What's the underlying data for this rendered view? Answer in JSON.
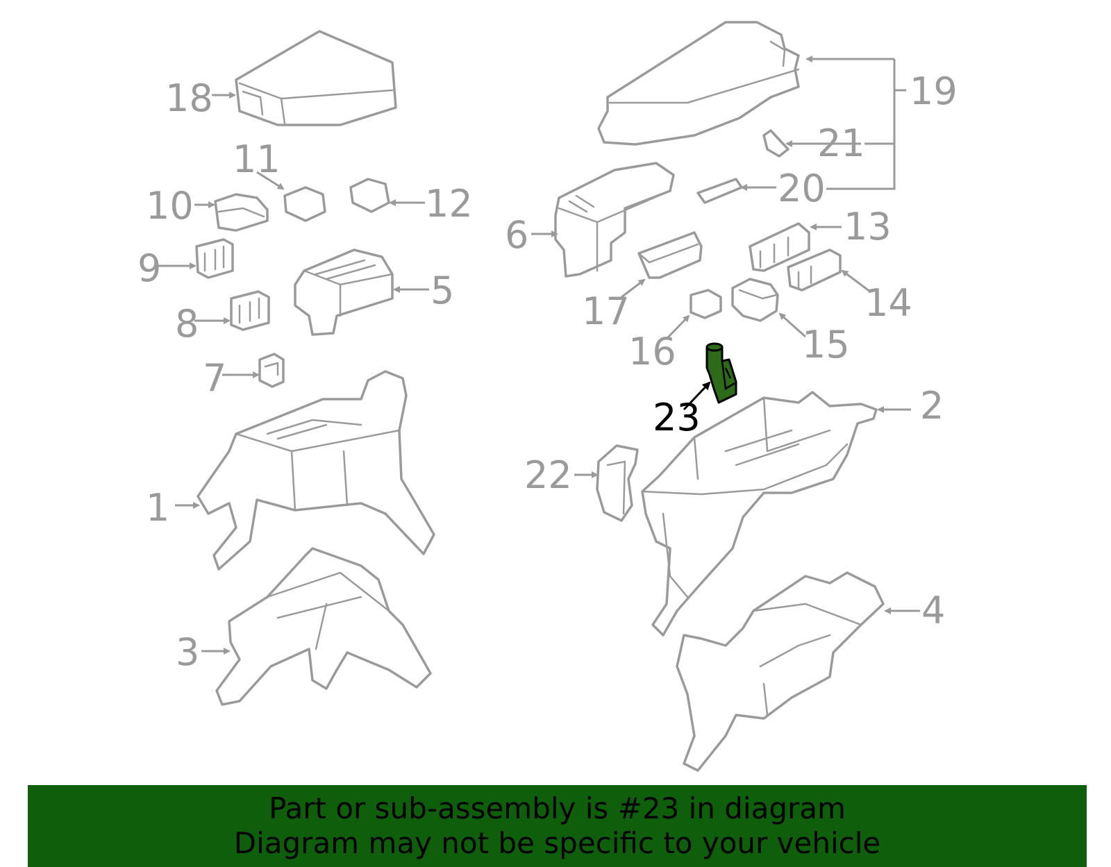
{
  "callouts": {
    "c1": "1",
    "c2": "2",
    "c3": "3",
    "c4": "4",
    "c5": "5",
    "c6": "6",
    "c7": "7",
    "c8": "8",
    "c9": "9",
    "c10": "10",
    "c11": "11",
    "c12": "12",
    "c13": "13",
    "c14": "14",
    "c15": "15",
    "c16": "16",
    "c17": "17",
    "c18": "18",
    "c19": "19",
    "c20": "20",
    "c21": "21",
    "c22": "22",
    "c23": "23"
  },
  "highlight": {
    "part": "23",
    "color": "#2d6a1a"
  },
  "colors": {
    "line_art": "#9a9a9a",
    "banner_bg": "#0f5e0c",
    "banner_text": "#000000"
  },
  "banner": {
    "line1": "Part or sub-assembly is #23 in diagram",
    "line2": "Diagram may not be specific to your vehicle"
  }
}
